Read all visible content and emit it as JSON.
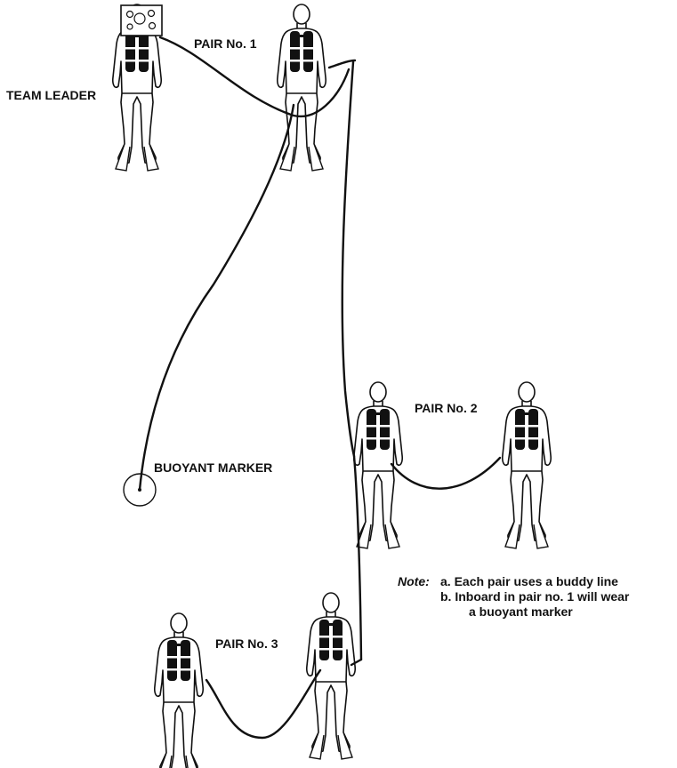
{
  "labels": {
    "team_leader": "TEAM LEADER",
    "pair1": "PAIR No. 1",
    "pair2": "PAIR No. 2",
    "pair3": "PAIR No. 3",
    "buoyant_marker": "BUOYANT MARKER"
  },
  "note": {
    "heading": "Note:",
    "items": [
      "a.  Each pair uses a buddy line",
      "b.  Inboard in pair no. 1 will wear",
      "a buoyant marker"
    ]
  },
  "colors": {
    "ink": "#111111",
    "tank": "#111111",
    "background": "#ffffff"
  }
}
